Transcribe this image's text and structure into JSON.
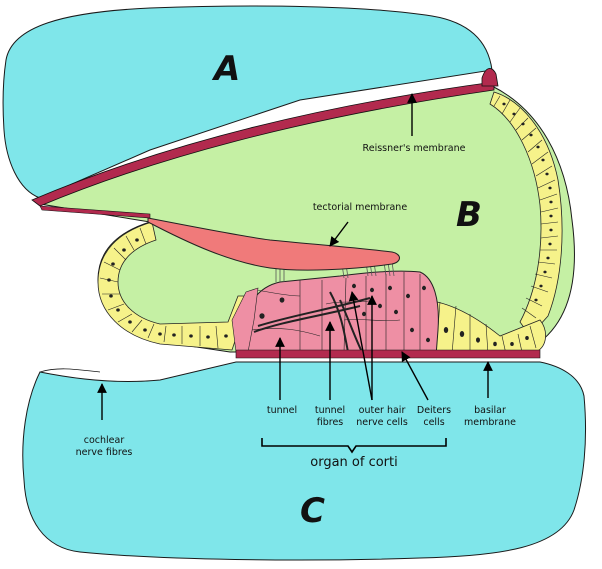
{
  "regions": {
    "a": "A",
    "b": "B",
    "c": "C"
  },
  "labels": {
    "reissner": "Reissner's membrane",
    "tectorial": "tectorial membrane",
    "tunnel": "tunnel",
    "tunnel_fibres_1": "tunnel",
    "tunnel_fibres_2": "fibres",
    "outer_hair_1": "outer hair",
    "outer_hair_2": "nerve cells",
    "deiters_1": "Deiters",
    "deiters_2": "cells",
    "basilar_1": "basilar",
    "basilar_2": "membrane",
    "cochlear_1": "cochlear",
    "cochlear_2": "nerve fibres",
    "organ": "organ of corti"
  },
  "colors": {
    "fluid": "#7fe6ea",
    "duct": "#c5f0a4",
    "membrane": "#b22a4e",
    "tectorial": "#f07a7a",
    "organ": "#ee8fa4",
    "cells": "#f6f28a"
  }
}
